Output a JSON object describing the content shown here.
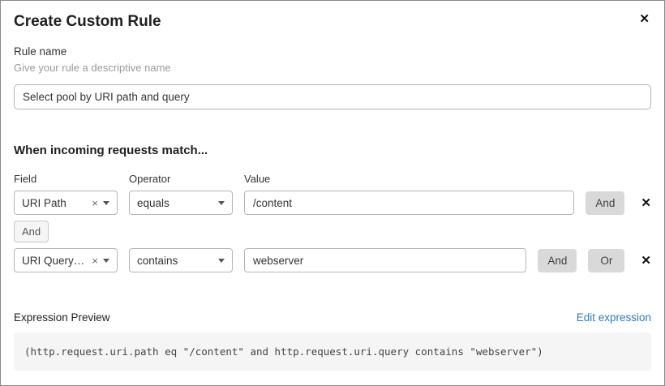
{
  "modal": {
    "title": "Create Custom Rule"
  },
  "icons": {
    "close": "✕",
    "remove": "×"
  },
  "rule_name": {
    "label": "Rule name",
    "helper": "Give your rule a descriptive name",
    "value": "Select pool by URI path and query"
  },
  "match_section": {
    "heading": "When incoming requests match...",
    "columns": {
      "field": "Field",
      "operator": "Operator",
      "value": "Value"
    },
    "connector": "And",
    "rows": [
      {
        "field": "URI Path",
        "operator": "equals",
        "value": "/content",
        "and_label": "And"
      },
      {
        "field": "URI Query St...",
        "operator": "contains",
        "value": "webserver",
        "and_label": "And",
        "or_label": "Or"
      }
    ]
  },
  "expression_preview": {
    "label": "Expression Preview",
    "edit_link": "Edit expression",
    "expression": "(http.request.uri.path eq \"/content\" and http.request.uri.query contains \"webserver\")"
  },
  "colors": {
    "link_blue": "#2f7bbf",
    "button_gray": "#d9d9d9",
    "code_background": "#f5f5f5",
    "border_gray": "#b5b5b5"
  }
}
